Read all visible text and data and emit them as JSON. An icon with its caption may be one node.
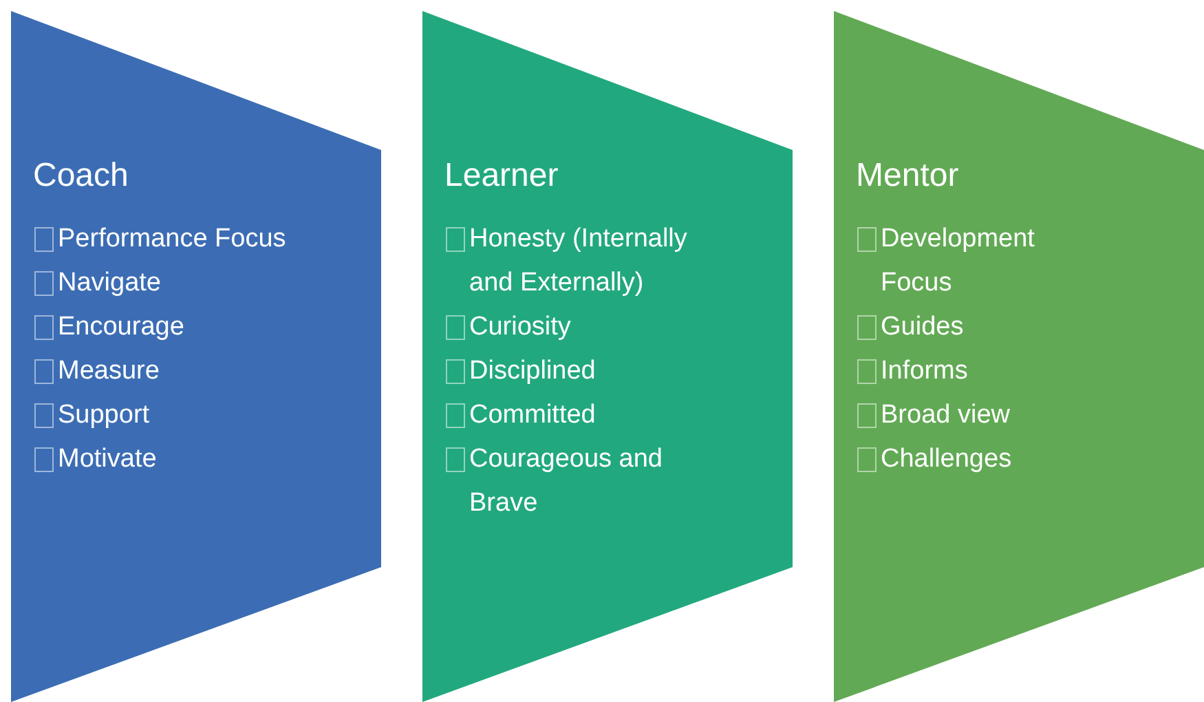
{
  "diagram": {
    "nodes": [
      {
        "text": [
          "Coach",
          "Performance Focus",
          "Navigate",
          "Encourage",
          "Measure",
          "Support",
          "Motivate"
        ]
      },
      {
        "text": [
          "Learner",
          "Honesty (Internally and Externally)",
          "Curiosity",
          "Disciplined",
          "Committed",
          "Courageous and Brave"
        ]
      },
      {
        "text": [
          "Mentor",
          "Development Focus",
          "Guides",
          "Informs",
          "Broad view",
          "Challenges"
        ]
      }
    ]
  }
}
